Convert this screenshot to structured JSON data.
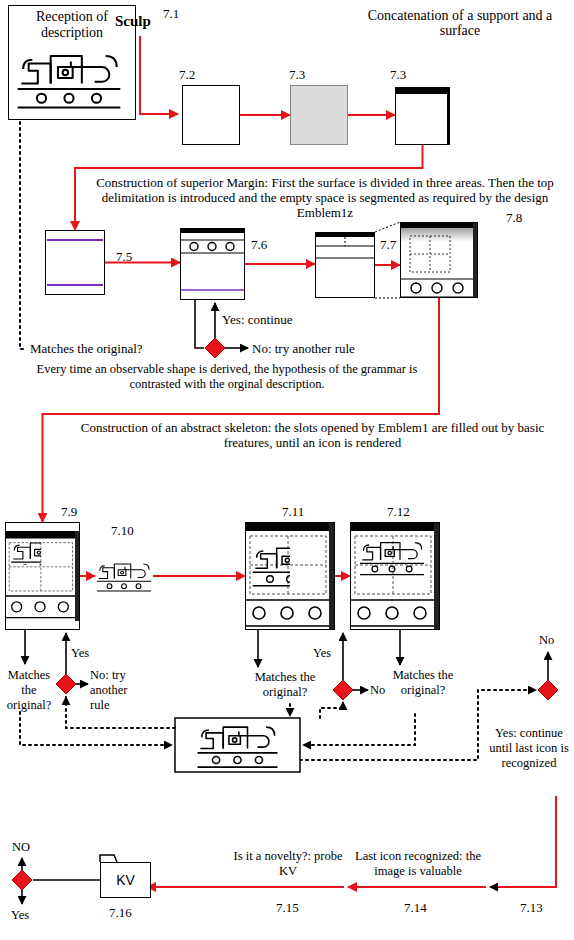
{
  "diagram": {
    "nodes": [
      {
        "text": [
          "Reception of description"
        ]
      },
      {
        "text": [
          "7.2"
        ]
      },
      {
        "text": [
          "7.3"
        ]
      },
      {
        "text": [
          "7.3"
        ]
      },
      {
        "text": [
          "7.5"
        ]
      },
      {
        "text": [
          "7.6"
        ]
      },
      {
        "text": [
          "7.7"
        ]
      },
      {
        "text": [
          "7.8"
        ]
      },
      {
        "text": [
          "7.9"
        ]
      },
      {
        "text": [
          "7.10"
        ]
      },
      {
        "text": [
          "7.11"
        ]
      },
      {
        "text": [
          "7.12"
        ]
      },
      {
        "text": [
          "KV",
          "7.16"
        ]
      }
    ],
    "edges": [
      {
        "from": 1,
        "to": 2,
        "arrow": "to"
      },
      {
        "from": 2,
        "to": 3,
        "arrow": "to"
      },
      {
        "from": 3,
        "to": 4,
        "arrow": "to"
      },
      {
        "from": 4,
        "to": 5,
        "arrow": "to"
      },
      {
        "from": 5,
        "to": 6,
        "arrow": "to"
      },
      {
        "from": 6,
        "to": 7,
        "arrow": "to"
      },
      {
        "from": 7,
        "to": 8,
        "arrow": "to"
      },
      {
        "from": 8,
        "to": 9,
        "arrow": "to"
      },
      {
        "from": 9,
        "to": 10,
        "arrow": "to"
      },
      {
        "from": 10,
        "to": 11,
        "arrow": "to"
      }
    ],
    "labels": [
      "Sculp",
      "7.1",
      "Concatenation of a support and a surface",
      "Construction of superior Margin: First the surface is divided in three areas. Then the top delimitation is introduced and the empty space is segmented as required by the design Emblem1z",
      "Matches the original?",
      "Yes: continue",
      "No: try another rule",
      "Every time an observable shape is derived, the hypothesis of the grammar is contrasted with the orginal description.",
      "Construction of an abstract skeleton: the slots opened by Emblem1 are filled out by basic freatures, until an icon is rendered",
      "Matches the original?",
      "Yes",
      "No: try another rule",
      "Matches the original?",
      "Yes",
      "No",
      "Matches the original?",
      "No",
      "Yes: continue until last icon is recognized",
      "Last icon recognized: the image is valuable",
      "Is it a novelty?: probe KV",
      "NO",
      "Yes",
      "7.15",
      "7.14",
      "7.13"
    ]
  }
}
